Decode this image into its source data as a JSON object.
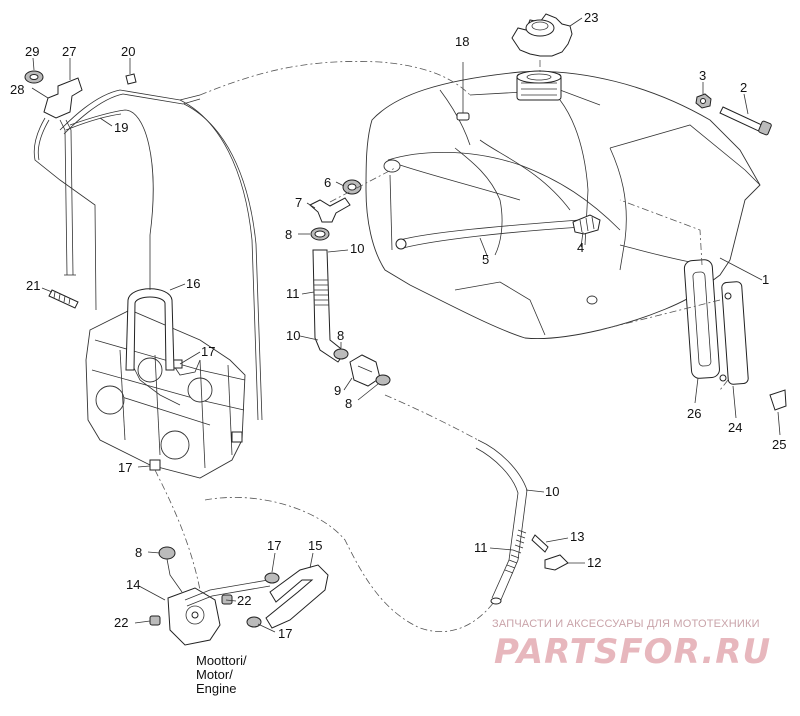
{
  "diagram": {
    "callouts": {
      "c1": "1",
      "c2": "2",
      "c3": "3",
      "c4": "4",
      "c5": "5",
      "c6": "6",
      "c7": "7",
      "c8a": "8",
      "c8b": "8",
      "c8c": "8",
      "c8d": "8",
      "c9": "9",
      "c10a": "10",
      "c10b": "10",
      "c10c": "10",
      "c11a": "11",
      "c11b": "11",
      "c12": "12",
      "c13": "13",
      "c14": "14",
      "c15": "15",
      "c16": "16",
      "c17a": "17",
      "c17b": "17",
      "c17c": "17",
      "c17d": "17",
      "c18": "18",
      "c19": "19",
      "c20": "20",
      "c21": "21",
      "c22a": "22",
      "c22b": "22",
      "c23": "23",
      "c24": "24",
      "c25": "25",
      "c26": "26",
      "c27": "27",
      "c28": "28",
      "c29": "29"
    },
    "engine_label": [
      "Moottori/",
      "Motor/",
      "Engine"
    ]
  },
  "watermark": {
    "tagline": "ЗАПЧАСТИ И АКСЕССУАРЫ ДЛЯ МОТОТЕХНИКИ",
    "brand": "PARTSFOR.RU",
    "color": "#e7b7bd"
  }
}
